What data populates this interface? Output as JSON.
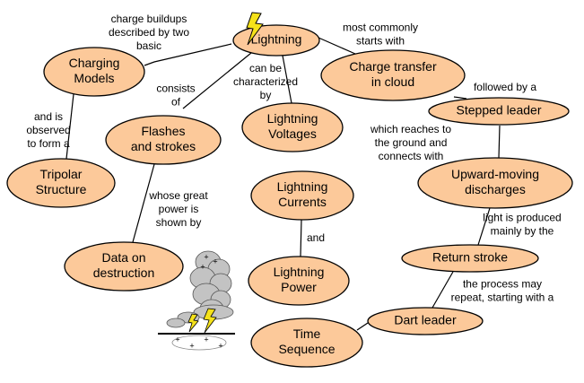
{
  "colors": {
    "node_fill": "#fcc99a",
    "node_stroke": "#000000",
    "edge": "#000000",
    "bolt": "#f5e21a",
    "cloud": "#c3c3c3"
  },
  "nodes": [
    {
      "id": "lightning",
      "lines": [
        "Lightning"
      ],
      "icon": "lightning-bolt-icon"
    },
    {
      "id": "charging-models",
      "lines": [
        "Charging",
        "Models"
      ]
    },
    {
      "id": "charge-transfer",
      "lines": [
        "Charge transfer",
        "in cloud"
      ]
    },
    {
      "id": "flashes",
      "lines": [
        "Flashes",
        "and strokes"
      ]
    },
    {
      "id": "voltages",
      "lines": [
        "Lightning",
        "Voltages"
      ]
    },
    {
      "id": "stepped-leader",
      "lines": [
        "Stepped leader"
      ]
    },
    {
      "id": "tripolar",
      "lines": [
        "Tripolar",
        "Structure"
      ]
    },
    {
      "id": "upward",
      "lines": [
        "Upward-moving",
        "discharges"
      ]
    },
    {
      "id": "currents",
      "lines": [
        "Lightning",
        "Currents"
      ]
    },
    {
      "id": "destruction",
      "lines": [
        "Data on",
        "destruction"
      ]
    },
    {
      "id": "return-stroke",
      "lines": [
        "Return stroke"
      ]
    },
    {
      "id": "power",
      "lines": [
        "Lightning",
        "Power"
      ]
    },
    {
      "id": "dart-leader",
      "lines": [
        "Dart leader"
      ]
    },
    {
      "id": "time-sequence",
      "lines": [
        "Time",
        "Sequence"
      ]
    }
  ],
  "links": [
    {
      "id": "link-charge-buildups",
      "lines": [
        "charge buildups",
        "described by two",
        "basic"
      ]
    },
    {
      "id": "link-most-commonly",
      "lines": [
        "most commonly",
        "starts with"
      ]
    },
    {
      "id": "link-consists-of",
      "lines": [
        "consists",
        "of"
      ]
    },
    {
      "id": "link-characterized",
      "lines": [
        "can be",
        "characterized",
        "by"
      ]
    },
    {
      "id": "link-observed",
      "lines": [
        "and is",
        "observed",
        "to form a"
      ]
    },
    {
      "id": "link-followed-by",
      "lines": [
        "followed by a"
      ]
    },
    {
      "id": "link-reaches-ground",
      "lines": [
        "which reaches to",
        "the ground and",
        "connects with"
      ]
    },
    {
      "id": "link-great-power",
      "lines": [
        "whose great",
        "power is",
        "shown by"
      ]
    },
    {
      "id": "link-light-produced",
      "lines": [
        "light is produced",
        "mainly by the"
      ]
    },
    {
      "id": "link-and",
      "lines": [
        "and"
      ]
    },
    {
      "id": "link-repeat",
      "lines": [
        "the process may",
        "repeat, starting with a"
      ]
    }
  ],
  "illustration": {
    "name": "thundercloud-illustration",
    "charges": [
      "+",
      "+",
      "+",
      "+",
      "+",
      "+",
      "+"
    ]
  }
}
